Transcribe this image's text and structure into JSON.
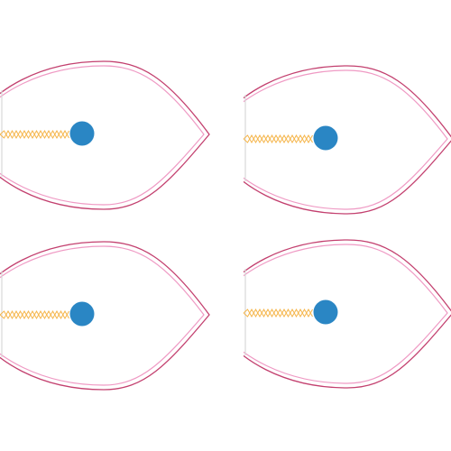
{
  "colors": {
    "background": "#ffffff",
    "outline_outer": "#c3406f",
    "outline_inner": "#ef9ac4",
    "zigzag": "#f5b54a",
    "dot": "#2a86c4",
    "left_edge": "#d8d8d8"
  },
  "panels": [
    {
      "name": "panel-top-left"
    },
    {
      "name": "panel-top-right"
    },
    {
      "name": "panel-bottom-left"
    },
    {
      "name": "panel-bottom-right"
    }
  ]
}
